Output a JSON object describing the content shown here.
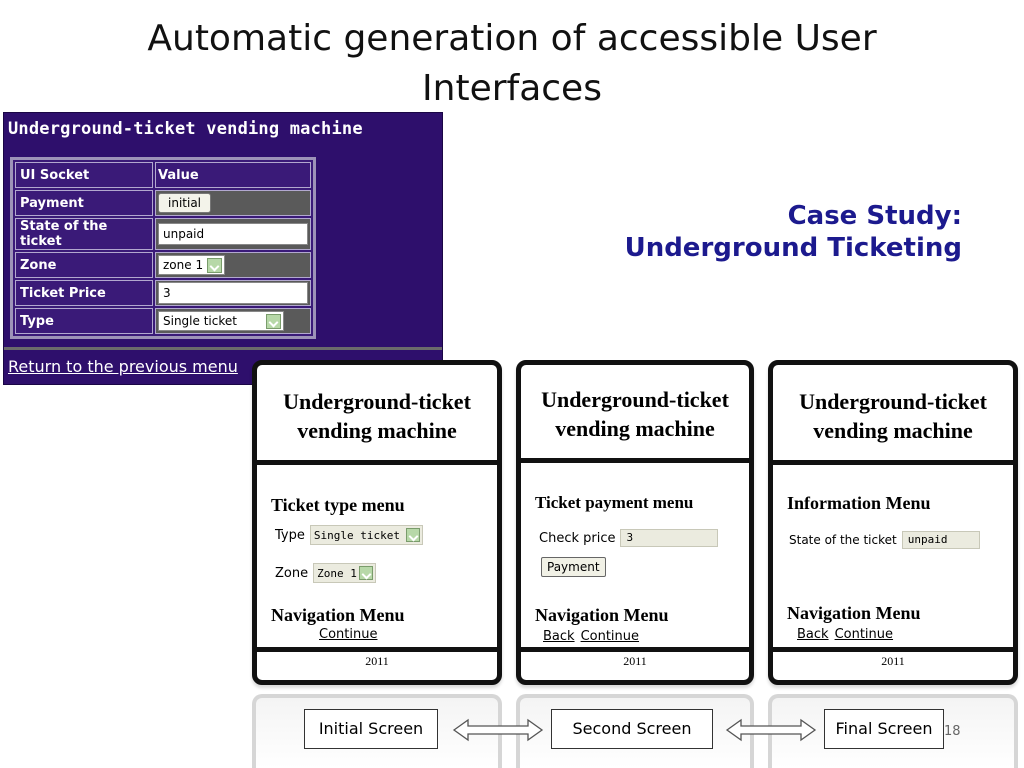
{
  "slide": {
    "title_line1": "Automatic generation of accessible User",
    "title_line2": "Interfaces",
    "case_study_line1": "Case Study:",
    "case_study_line2": "Underground Ticketing",
    "page_number": "18"
  },
  "socket_panel": {
    "title": "Underground-ticket vending machine",
    "header_label": "UI Socket",
    "header_value": "Value",
    "rows": [
      {
        "label": "Payment",
        "value": "initial"
      },
      {
        "label": "State of the ticket",
        "value": "unpaid"
      },
      {
        "label": "Zone",
        "value": "zone 1"
      },
      {
        "label": "Ticket Price",
        "value": "3"
      },
      {
        "label": "Type",
        "value": "Single ticket"
      }
    ],
    "return_link": "Return to the previous menu"
  },
  "screens": {
    "initial": {
      "header_line1": "Underground-ticket",
      "header_line2": "vending machine",
      "section": "Ticket type menu",
      "type_label": "Type",
      "type_value": "Single ticket",
      "zone_label": "Zone",
      "zone_value": "Zone 1",
      "nav_title": "Navigation Menu",
      "continue": "Continue",
      "year": "2011"
    },
    "second": {
      "header_line1": "Underground-ticket",
      "header_line2": "vending machine",
      "section": "Ticket payment menu",
      "price_label": "Check price",
      "price_value": "3",
      "payment_button": "Payment",
      "nav_title": "Navigation Menu",
      "back": "Back",
      "continue": "Continue",
      "year": "2011"
    },
    "final": {
      "header_line1": "Underground-ticket",
      "header_line2": "vending machine",
      "section": "Information Menu",
      "state_label": "State of the ticket",
      "state_value": "unpaid",
      "nav_title": "Navigation Menu",
      "back": "Back",
      "continue": "Continue",
      "year": "2011"
    }
  },
  "labels": {
    "initial": "Initial Screen",
    "second": "Second Screen",
    "final": "Final Screen"
  },
  "colors": {
    "panel_bg": "#2e0f6c",
    "case_study_text": "#1c1a8e"
  }
}
